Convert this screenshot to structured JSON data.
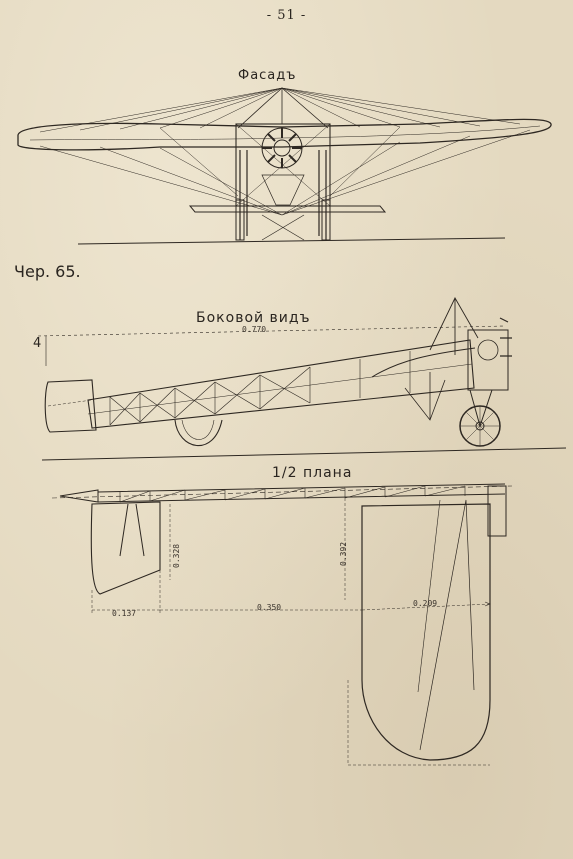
{
  "page_number": "- 51 -",
  "figure_label": "Чер. 65.",
  "views": {
    "front": {
      "title": "Фасадъ"
    },
    "side": {
      "title": "Боковой видъ",
      "overall_length": "0.770",
      "height_mark": "4"
    },
    "plan": {
      "title": "1/2 плана",
      "dimensions": {
        "tail_chord": "0.137",
        "gap": "0.350",
        "wing_root_offset": "0.209",
        "tail_span": "0.328",
        "wing_span_half": "0.392"
      }
    }
  },
  "colors": {
    "paper": "#e4d9c0",
    "ink": "#2a2520"
  }
}
